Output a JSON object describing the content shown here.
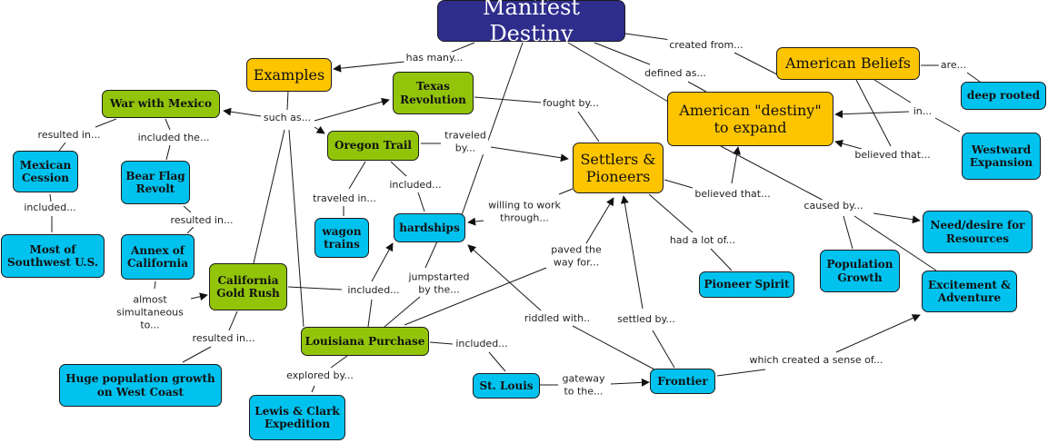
{
  "concept_map": {
    "title": "Manifest Destiny",
    "colors": {
      "title_fill": "#2e2d8c",
      "main_fill": "#fdc400",
      "event_fill": "#92c50a",
      "detail_fill": "#00c2ee",
      "line": "#1a1a1a"
    },
    "nodes": {
      "manifest_destiny": "Manifest Destiny",
      "examples": "Examples",
      "american_beliefs": "American Beliefs",
      "american_destiny": "American \"destiny\"\nto expand",
      "settlers_pioneers": "Settlers &\nPioneers",
      "war_with_mexico": "War with Mexico",
      "texas_revolution": "Texas\nRevolution",
      "oregon_trail": "Oregon Trail",
      "california_gold_rush": "California\nGold Rush",
      "louisiana_purchase": "Louisiana Purchase",
      "deep_rooted": "deep rooted",
      "westward_expansion": "Westward\nExpansion",
      "mexican_cession": "Mexican\nCession",
      "bear_flag_revolt": "Bear Flag\nRevolt",
      "most_of_southwest": "Most of\nSouthwest U.S.",
      "annex_of_california": "Annex of\nCalifornia",
      "wagon_trains": "wagon\ntrains",
      "hardships": "hardships",
      "huge_population_growth": "Huge population growth\non West Coast",
      "lewis_clark": "Lewis & Clark\nExpedition",
      "st_louis": "St. Louis",
      "frontier": "Frontier",
      "pioneer_spirit": "Pioneer Spirit",
      "population_growth": "Population\nGrowth",
      "need_resources": "Need/desire for\nResources",
      "excitement_adventure": "Excitement &\nAdventure"
    },
    "links": {
      "has_many": "has many...",
      "created_from": "created from...",
      "defined_as": "defined as...",
      "are": "are...",
      "in": "in...",
      "believed_that_1": "believed that...",
      "such_as": "such as...",
      "fought_by": "fought by...",
      "traveled_by": "traveled\nby...",
      "resulted_in_1": "resulted in...",
      "included_the": "included the...",
      "included_1": "included...",
      "resulted_in_2": "resulted in...",
      "traveled_in": "traveled in...",
      "included_2": "included...",
      "willing_to_work": "willing to work\nthrough...",
      "believed_that_2": "believed that...",
      "caused_by": "caused by...",
      "almost_simultaneous": "almost\nsimultaneous\nto...",
      "included_3": "included...",
      "jumpstarted_by": "jumpstarted\nby the...",
      "paved_the_way": "paved the\nway for...",
      "had_a_lot_of": "had a lot of...",
      "resulted_in_3": "resulted in...",
      "riddled_with": "riddled with..",
      "settled_by": "settled by...",
      "included_4": "included...",
      "explored_by": "explored by...",
      "gateway_to": "gateway\nto the...",
      "which_created": "which created a sense of..."
    }
  }
}
